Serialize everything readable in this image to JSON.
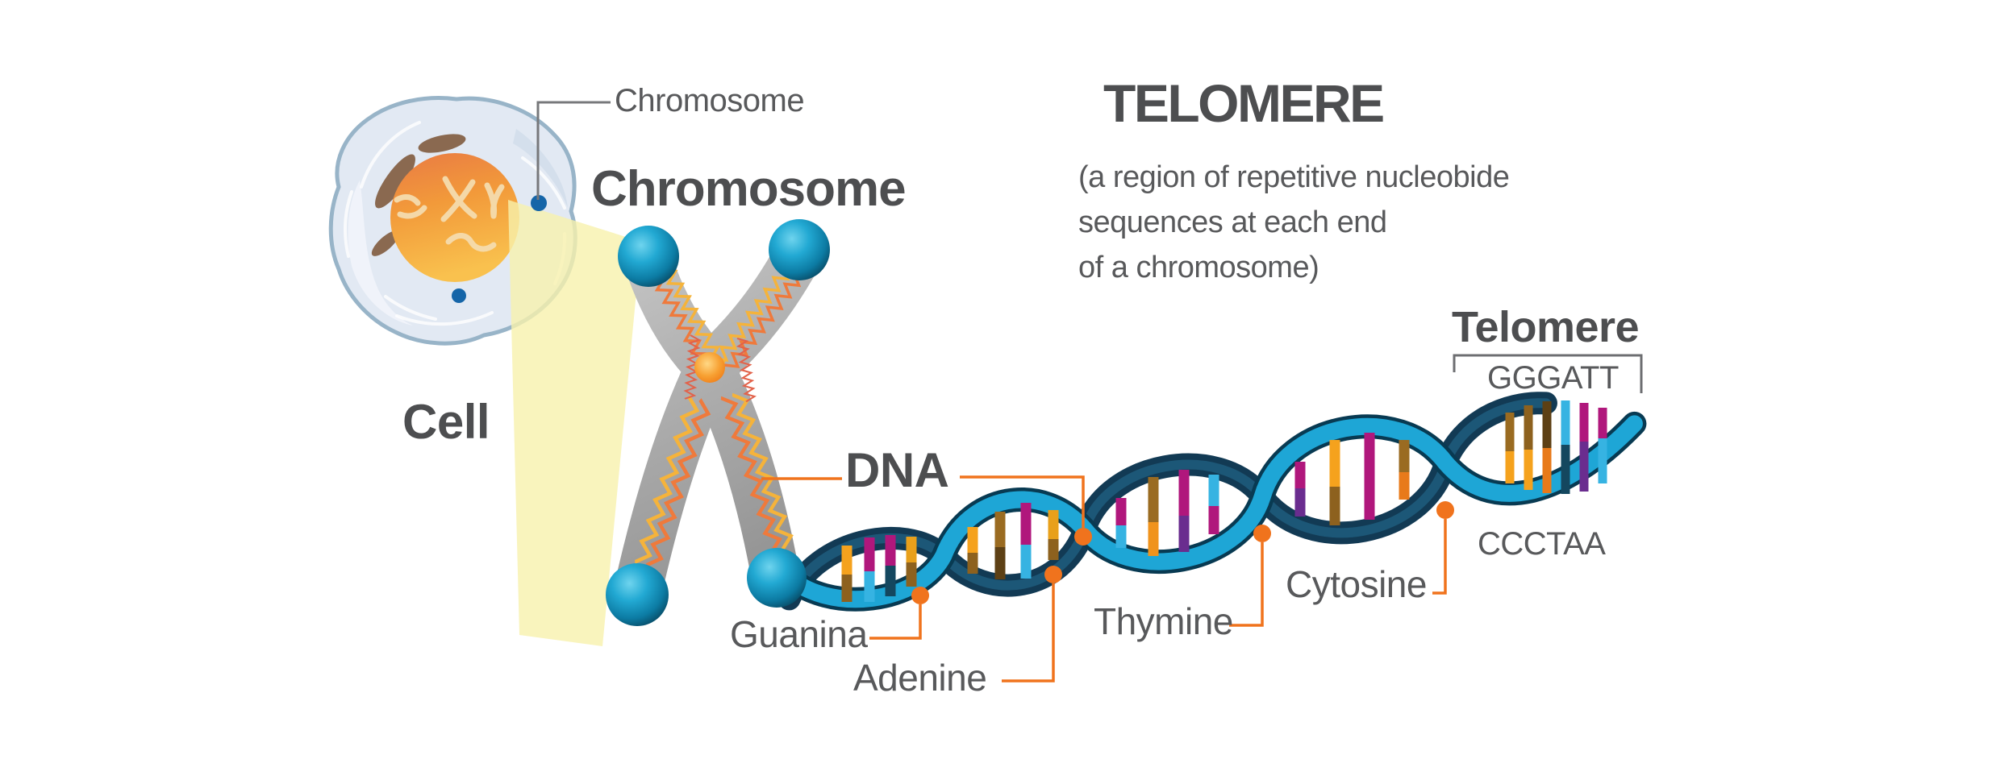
{
  "title": {
    "heading": "TELOMERE",
    "subtitle": [
      "(a region of repetitive nucleobide",
      "sequences at each end",
      "of a chromosome)"
    ]
  },
  "cell": {
    "label": "Cell",
    "pointer_label": "Chromosome"
  },
  "chromosome": {
    "heading": "Chromosome"
  },
  "dna": {
    "label": "DNA"
  },
  "bases": {
    "guanine": "Guanina",
    "adenine": "Adenine",
    "thymine": "Thymine",
    "cytosine": "Cytosine"
  },
  "telomere": {
    "label": "Telomere",
    "top_strand_sequence": "GGGATT",
    "bottom_strand_sequence": "CCCTAA"
  },
  "colors": {
    "text_gray": "#58595b",
    "heading_gray": "#4d4e50",
    "accent_orange": "#f0731d",
    "leader_gray": "#77787b",
    "helix_teal_bright": "#1ea6d6",
    "helix_navy_dark": "#123a54",
    "telomere_cap_teal": "#22a9d3",
    "chromosome_gray": "#a8a8a8",
    "centromere_orange": "#f7a032",
    "nucleus_orange": "#f5a23c",
    "beam_yellow": "#f8f1ad",
    "membrane_blue": "#98b4c8",
    "membrane_dot_blue": "#1565a8",
    "rung_yellow": "#f5a21d",
    "rung_brown": "#8d611e",
    "rung_magenta": "#b0177c",
    "rung_purple": "#6a2d8f",
    "rung_lightblue": "#36b3e2",
    "rung_orange": "#e87a1a",
    "rung_navy": "#14475f"
  }
}
